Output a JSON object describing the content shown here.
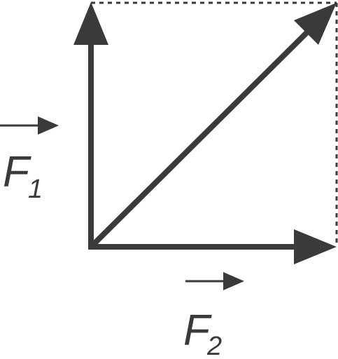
{
  "figure": {
    "labels": {
      "f1": {
        "main": "F",
        "sub": "1"
      },
      "f2": {
        "main": "F",
        "sub": "2"
      }
    },
    "colors": {
      "vector": "#3a3a3a",
      "guide": "#3a3a3a",
      "background": "#ffffff"
    },
    "vectors": [
      {
        "id": "force-1",
        "label": "F1",
        "direction": "up",
        "relative_magnitude": 1.0
      },
      {
        "id": "force-2",
        "label": "F2",
        "direction": "right",
        "relative_magnitude": 1.0
      },
      {
        "id": "resultant",
        "label": "",
        "direction": "diagonal",
        "relative_magnitude": 1.414
      }
    ],
    "guide_lines": {
      "style": "dashed",
      "count": 2
    }
  }
}
